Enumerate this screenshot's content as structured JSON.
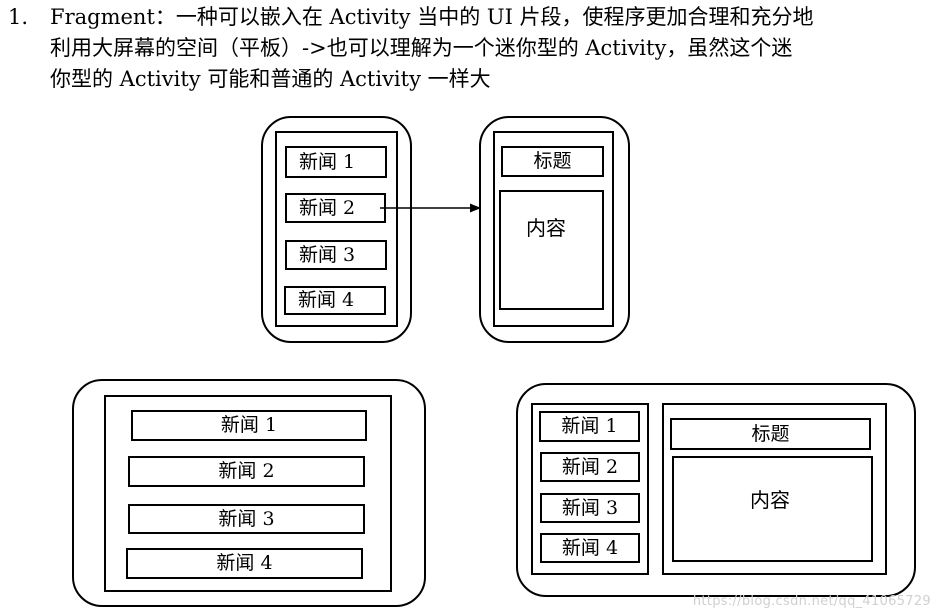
{
  "paragraph": {
    "number": "1.",
    "lines": [
      "Fragment：一种可以嵌入在 Activity 当中的 UI 片段，使程序更加合理和充分地",
      "利用大屏幕的空间（平板）->也可以理解为一个迷你型的 Activity，虽然这个迷",
      "你型的 Activity 可能和普通的 Activity 一样大"
    ]
  },
  "phone_list": {
    "items": [
      "新闻 1",
      "新闻 2",
      "新闻 3",
      "新闻 4"
    ]
  },
  "phone_detail": {
    "title": "标题",
    "content": "内容"
  },
  "tablet_single": {
    "items": [
      "新闻 1",
      "新闻 2",
      "新闻 3",
      "新闻 4"
    ]
  },
  "tablet_dual": {
    "items": [
      "新闻 1",
      "新闻 2",
      "新闻 3",
      "新闻 4"
    ],
    "title": "标题",
    "content": "内容"
  },
  "watermark": "https://blog.csdn.net/qq_41065729"
}
